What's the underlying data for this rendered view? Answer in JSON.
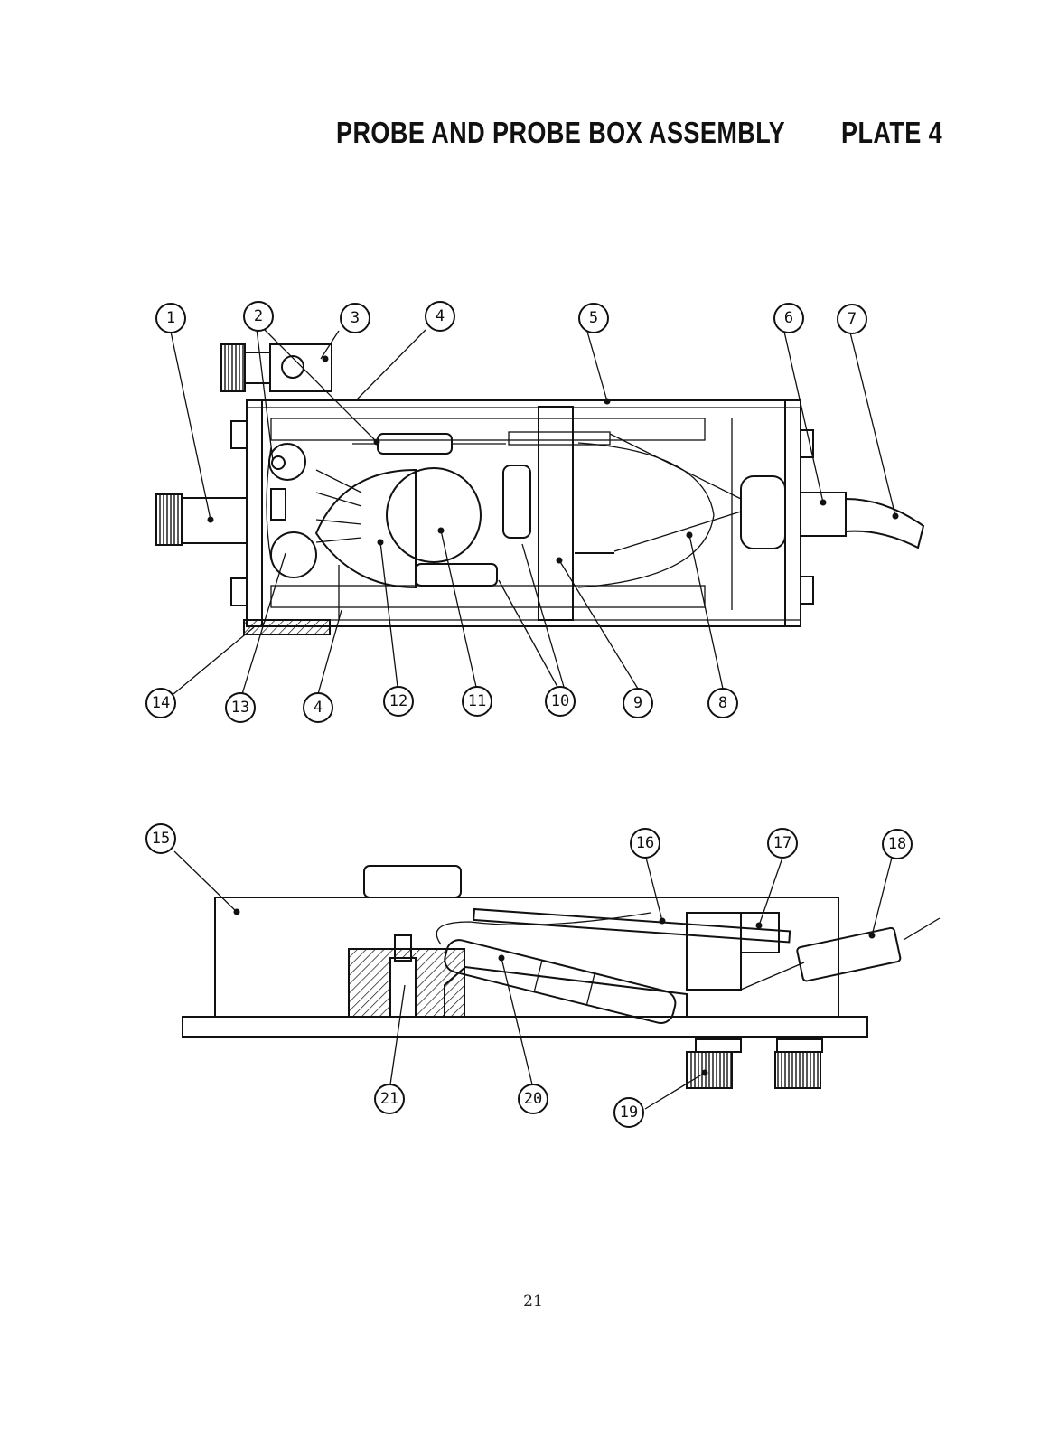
{
  "page": {
    "title": "PROBE AND PROBE BOX ASSEMBLY",
    "plate": "PLATE 4",
    "page_number": "21"
  },
  "callouts_top": [
    "1",
    "2",
    "3",
    "4",
    "5",
    "6",
    "7"
  ],
  "callouts_middle": [
    "14",
    "13",
    "4",
    "12",
    "11",
    "10",
    "9",
    "8"
  ],
  "callouts_lower": [
    "15",
    "16",
    "17",
    "18",
    "21",
    "20",
    "19"
  ]
}
